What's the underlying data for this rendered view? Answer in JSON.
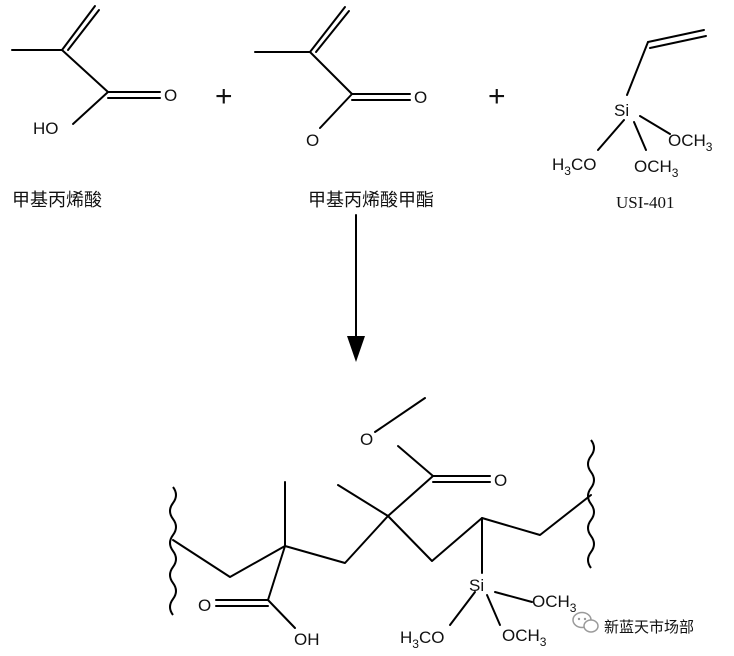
{
  "reactants": {
    "mma_acid": {
      "oxygen_carbonyl": "O",
      "hydroxyl": "HO",
      "name": "甲基丙烯酸"
    },
    "plus_1": "+",
    "mma_ester": {
      "oxygen_carbonyl": "O",
      "oxygen_ester": "O",
      "name": "甲基丙烯酸甲酯"
    },
    "plus_2": "+",
    "silane": {
      "si": "Si",
      "methoxy_right": "OCH",
      "methoxy_right_sub": "3",
      "methoxy_mid": "OCH",
      "methoxy_mid_sub": "3",
      "methoxy_left_pre": "H",
      "methoxy_left_sub": "3",
      "methoxy_left_post": "CO",
      "name": "USI-401"
    }
  },
  "product": {
    "ester_o": "O",
    "ester_carbonyl_o": "O",
    "acid_carbonyl_o": "O",
    "acid_oh": "OH",
    "si": "Si",
    "methoxy_right": "OCH",
    "methoxy_right_sub": "3",
    "methoxy_mid": "OCH",
    "methoxy_mid_sub": "3",
    "methoxy_left_pre": "H",
    "methoxy_left_sub": "3",
    "methoxy_left_post": "CO"
  },
  "watermark": {
    "text": "新蓝天市场部",
    "icon": "wechat-icon"
  }
}
